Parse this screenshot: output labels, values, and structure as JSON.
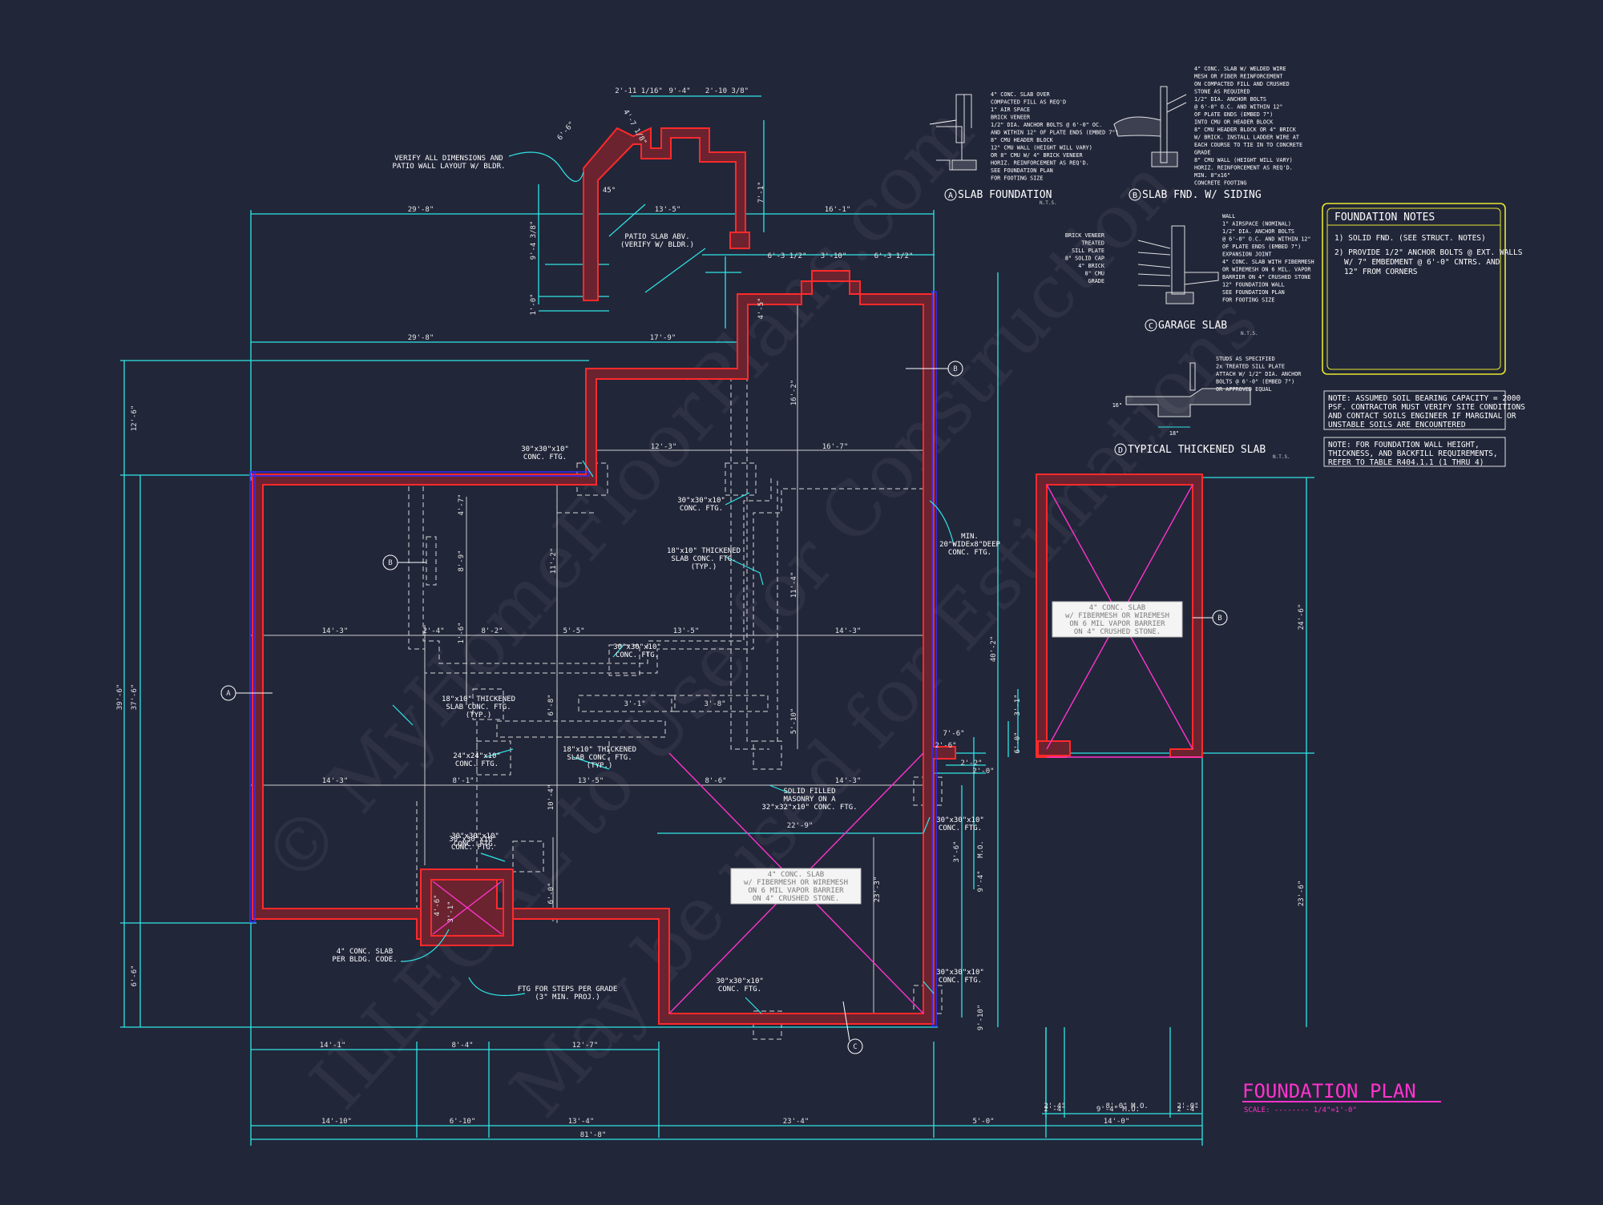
{
  "title": "FOUNDATION PLAN",
  "scale": "SCALE: -------- 1/4\"=1'-0\"",
  "watermark": [
    "© MyHomeFloorPlans.com",
    "ILLEGAL to Use for Construction",
    "May be used for Estimations"
  ],
  "colors": {
    "background": "#222639",
    "dimension": "#2ee6e6",
    "wall": "#ff2a2a",
    "title": "#ff33cc",
    "notes_box": "#e8e830"
  },
  "notes_box": {
    "title": "FOUNDATION NOTES",
    "lines": [
      "1) SOLID FND. (SEE STRUCT. NOTES)",
      "2) PROVIDE 1/2\" ANCHOR BOLTS @ EXT. WALLS",
      "W/ 7\" EMBEDMENT @ 6'-0\" CNTRS. AND",
      "12\" FROM CORNERS"
    ]
  },
  "soil_note": [
    "NOTE: ASSUMED SOIL BEARING CAPACITY = 2000",
    "PSF. CONTRACTOR MUST VERIFY SITE CONDITIONS",
    "AND CONTACT SOILS ENGINEER IF MARGINAL OR",
    "UNSTABLE SOILS ARE ENCOUNTERED"
  ],
  "wall_note": [
    "NOTE: FOR FOUNDATION WALL HEIGHT,",
    "THICKNESS, AND BACKFILL REQUIREMENTS,",
    "REFER TO TABLE R404.1.1 (1 THRU 4)"
  ],
  "details": [
    {
      "label": "SLAB FOUNDATION",
      "letter": "A",
      "nts": "N.T.S.",
      "lines": [
        "4\" CONC. SLAB OVER",
        "COMPACTED FILL AS REQ'D",
        "1\" AIR SPACE",
        "BRICK VENEER",
        "1/2\" DIA. ANCHOR BOLTS @ 6'-0\" OC.",
        "AND WITHIN 12\" OF PLATE ENDS (EMBED 7\")",
        "8\" CMU HEADER BLOCK",
        "12\" CMU WALL (HEIGHT WILL VARY)",
        "OR 8\" CMU W/ 4\" BRICK VENEER",
        "HORIZ. REINFORCEMENT AS REQ'D.",
        "SEE FOUNDATION PLAN",
        "FOR FOOTING SIZE"
      ]
    },
    {
      "label": "SLAB FND. W/ SIDING",
      "letter": "B",
      "nts": "",
      "lines": [
        "4\" CONC. SLAB W/ WELDED WIRE",
        "MESH OR FIBER REINFORCEMENT",
        "ON COMPACTED FILL AND CRUSHED",
        "STONE AS REQUIRED",
        "1/2\" DIA. ANCHOR BOLTS",
        "@ 6'-0\" O.C. AND WITHIN 12\"",
        "OF PLATE ENDS (EMBED 7\")",
        "INTO CMU OR HEADER BLOCK",
        "8\" CMU HEADER BLOCK OR 4\" BRICK",
        "W/ BRICK. INSTALL LADDER WIRE AT",
        "EACH COURSE TO TIE IN TO CONCRETE",
        "GRADE",
        "8\" CMU WALL (HEIGHT WILL VARY)",
        "HORIZ. REINFORCEMENT AS REQ'D.",
        "MIN. 8\"x16\"",
        "CONCRETE FOOTING"
      ]
    },
    {
      "label": "GARAGE SLAB",
      "letter": "C",
      "nts": "N.T.S.",
      "left": [
        "BRICK VENEER",
        "TREATED",
        "SILL PLATE",
        "8\" SOLID CAP",
        "4\" BRICK",
        "8\" CMU",
        "GRADE"
      ],
      "lines": [
        "WALL",
        "1\" AIRSPACE (NOMINAL)",
        "1/2\" DIA. ANCHOR BOLTS",
        "@ 6'-0\" O.C. AND WITHIN 12\"",
        "OF PLATE ENDS (EMBED 7\")",
        "EXPANSION JOINT",
        "4\" CONC. SLAB WITH FIBERMESH",
        "OR WIREMESH ON 6 MIL. VAPOR",
        "BARRIER ON 4\" CRUSHED STONE",
        "12\" FOUNDATION WALL",
        "SEE FOUNDATION PLAN",
        "FOR FOOTING SIZE"
      ]
    },
    {
      "label": "TYPICAL THICKENED SLAB",
      "letter": "D",
      "nts": "N.T.S.",
      "lines": [
        "STUDS AS SPECIFIED",
        "2x TREATED SILL PLATE",
        "ATTACH W/ 1/2\" DIA. ANCHOR",
        "BOLTS @ 6'-0\" (EMBED 7\")",
        "OR APPROVED EQUAL"
      ],
      "dims": [
        "16\"",
        "18\""
      ]
    }
  ],
  "callouts": [
    {
      "text": [
        "VERIFY ALL DIMENSIONS AND",
        "PATIO WALL LAYOUT W/ BLDR."
      ]
    },
    {
      "text": [
        "PATIO SLAB ABV.",
        "(VERIFY W/ BLDR.)"
      ]
    },
    {
      "text": [
        "30\"x30\"x10\"",
        "CONC. FTG."
      ]
    },
    {
      "text": [
        "30\"x30\"x10\"",
        "CONC. FTG."
      ]
    },
    {
      "text": [
        "18\"x10\" THICKENED",
        "SLAB CONC. FTG.",
        "(TYP.)"
      ]
    },
    {
      "text": [
        "MIN.",
        "20\"WIDEx8\"DEEP",
        "CONC. FTG."
      ]
    },
    {
      "text": [
        "30\"x30\"x10\"",
        "CONC. FTG."
      ]
    },
    {
      "text": [
        "18\"x10\" THICKENED",
        "SLAB CONC. FTG.",
        "(TYP.)"
      ]
    },
    {
      "text": [
        "24\"x24\"x10\"",
        "CONC. FTG."
      ]
    },
    {
      "text": [
        "30\"x30\"x10\"",
        "CONC. FTG."
      ]
    },
    {
      "text": [
        "18\"x10\" THICKENED",
        "SLAB CONC. FTG.",
        "(TYP.)"
      ]
    },
    {
      "text": [
        "SOLID FILLED",
        "MASONRY ON A",
        "32\"x32\"x10\" CONC. FTG."
      ]
    },
    {
      "text": [
        "30\"x30\"x10\"",
        "CONC. FTG."
      ]
    },
    {
      "text": [
        "30\"x30\"x10\"",
        "CONC. FTG."
      ]
    },
    {
      "text": [
        "4\" CONC. SLAB",
        "PER BLDG. CODE."
      ]
    },
    {
      "text": [
        "FTG FOR STEPS PER GRADE",
        "(3\" MIN. PROJ.)"
      ]
    },
    {
      "text": [
        "30\"x30\"x10\"",
        "CONC. FTG."
      ]
    },
    {
      "text": [
        "30\"x30\"x10\"",
        "CONC. FTG."
      ]
    }
  ],
  "slab_notes": [
    [
      "4\" CONC. SLAB",
      "w/ FIBERMESH OR WIREMESH",
      "ON 6 MIL VAPOR BARRIER",
      "ON 4\" CRUSHED STONE."
    ],
    [
      "4\" CONC. SLAB",
      "w/ FIBERMESH OR WIREMESH",
      "ON 6 MIL VAPOR BARRIER",
      "ON 4\" CRUSHED STONE."
    ]
  ],
  "section_marks": [
    "A",
    "B",
    "B",
    "B",
    "C"
  ],
  "dims": {
    "top_a": [
      "2'-11 1/16\"",
      "9'-4\"",
      "2'-10 3/8\""
    ],
    "top_b": [
      "29'-8\"",
      "13'-5\"",
      "16'-1\""
    ],
    "top_c": [
      "6'-3 1/2\"",
      "3'-10\"",
      "6'-3 1/2\""
    ],
    "top_d": [
      "29'-8\"",
      "17'-9\""
    ],
    "patio": [
      "6'-6\"",
      "4'-7 1/8\"",
      "9'-4 3/8\"",
      "1'-0\"",
      "7'-1\"",
      "4'-5\"",
      "45°"
    ],
    "left": [
      "12'-6\"",
      "37'-6\"",
      "39'-6\"",
      "6'-6\""
    ],
    "interior": [
      "12'-3\"",
      "16'-7\"",
      "16'-2\"",
      "14'-3\"",
      "2'-4\"",
      "8'-2\"",
      "5'-5\"",
      "13'-5\"",
      "14'-3\"",
      "4'-7\"",
      "8'-9\"",
      "11'-2\"",
      "11'-4\"",
      "1'-6\"",
      "3'-1\"",
      "3'-8\"",
      "6'-8\"",
      "5'-10\"",
      "14'-3\"",
      "8'-1\"",
      "13'-5\"",
      "8'-6\"",
      "14'-3\"",
      "10'-4\"",
      "6'-0\"",
      "22'-9\"",
      "23'-3\"",
      "4'-6\"",
      "3'-1\"",
      "9'-4\"",
      "M.O.",
      "3'-1\"",
      "6'-0\""
    ],
    "right": [
      "40'-2\"",
      "7'-6\"",
      "2'-6\"",
      "2'-2\"",
      "2'-0\"",
      "24'-6\"",
      "23'-6\"",
      "3'-6\"",
      "2'-4\"",
      "8'-0\"",
      "M.O.",
      "2'-0\"",
      "9'-10\""
    ],
    "bottom_a": [
      "14'-1\"",
      "8'-4\"",
      "12'-7\""
    ],
    "bottom_b": [
      "14'-10\"",
      "6'-10\"",
      "13'-4\"",
      "23'-4\"",
      "5'-0\"",
      "14'-0\""
    ],
    "bottom_c": "81'-8\"",
    "garage_bottom": [
      "2'-4\"",
      "9'-4\" M.O.",
      "2'-4\""
    ]
  }
}
